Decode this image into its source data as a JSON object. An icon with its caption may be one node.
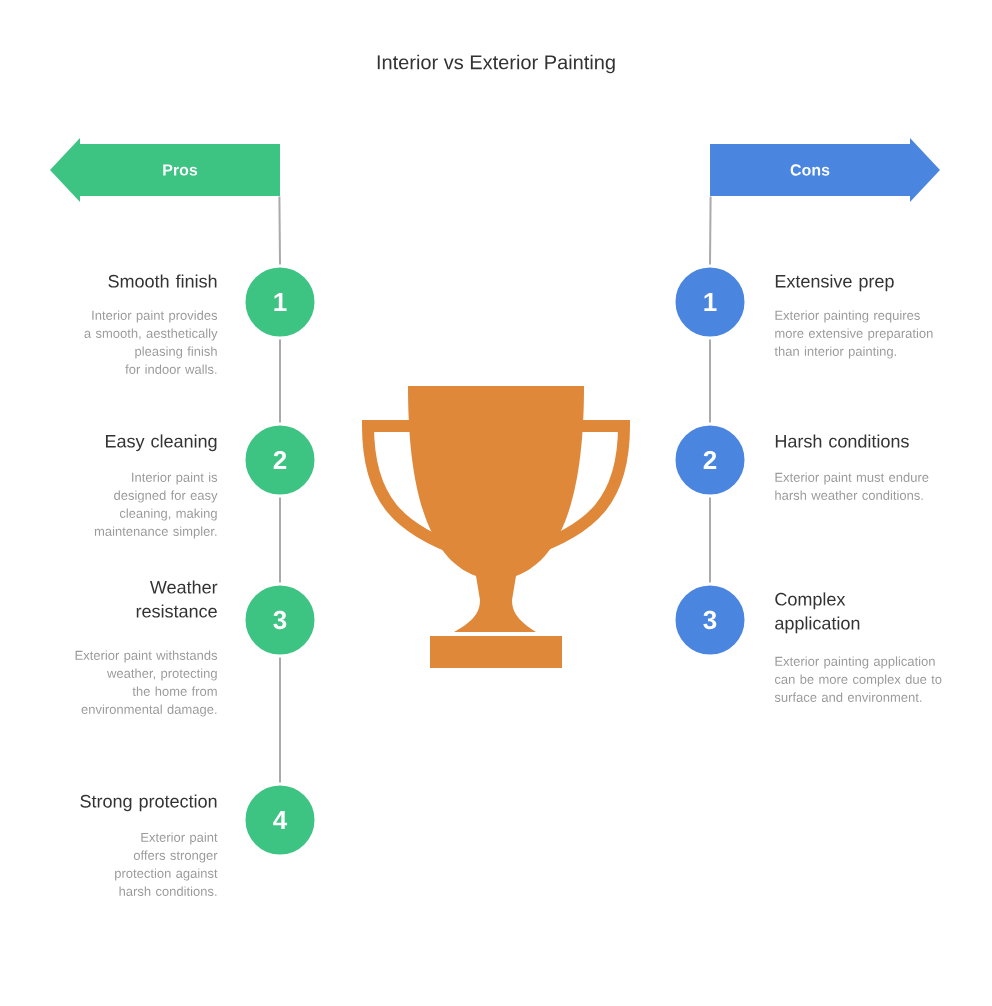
{
  "diagram": {
    "title": "Interior vs Exterior Painting",
    "nodes": [
      {
        "text": [
          "Pros"
        ]
      },
      {
        "text": [
          "1"
        ],
        "beside": [
          "Smooth finish",
          "Interior paint provides a smooth, aesthetically pleasing finish for indoor walls."
        ]
      },
      {
        "text": [
          "2"
        ],
        "beside": [
          "Easy cleaning",
          "Interior paint is designed for easy cleaning, making maintenance simpler."
        ]
      },
      {
        "text": [
          "3"
        ],
        "beside": [
          "Weather resistance",
          "Exterior paint withstands weather, protecting the home from environmental damage."
        ]
      },
      {
        "text": [
          "4"
        ],
        "beside": [
          "Strong protection",
          "Exterior paint offers stronger protection against harsh conditions."
        ]
      },
      {
        "text": [
          "Cons"
        ]
      },
      {
        "text": [
          "1"
        ],
        "beside": [
          "Extensive prep",
          "Exterior painting requires more extensive preparation than interior painting."
        ]
      },
      {
        "text": [
          "2"
        ],
        "beside": [
          "Harsh conditions",
          "Exterior paint must endure harsh weather conditions."
        ]
      },
      {
        "text": [
          "3"
        ],
        "beside": [
          "Complex application",
          "Exterior painting application can be more complex due to surface and environment."
        ]
      }
    ],
    "edges": [
      {
        "from": 0,
        "to": 1,
        "arrow": "none"
      },
      {
        "from": 1,
        "to": 2,
        "arrow": "none"
      },
      {
        "from": 2,
        "to": 3,
        "arrow": "none"
      },
      {
        "from": 3,
        "to": 4,
        "arrow": "none"
      },
      {
        "from": 5,
        "to": 6,
        "arrow": "none"
      },
      {
        "from": 6,
        "to": 7,
        "arrow": "none"
      },
      {
        "from": 7,
        "to": 8,
        "arrow": "none"
      }
    ]
  }
}
